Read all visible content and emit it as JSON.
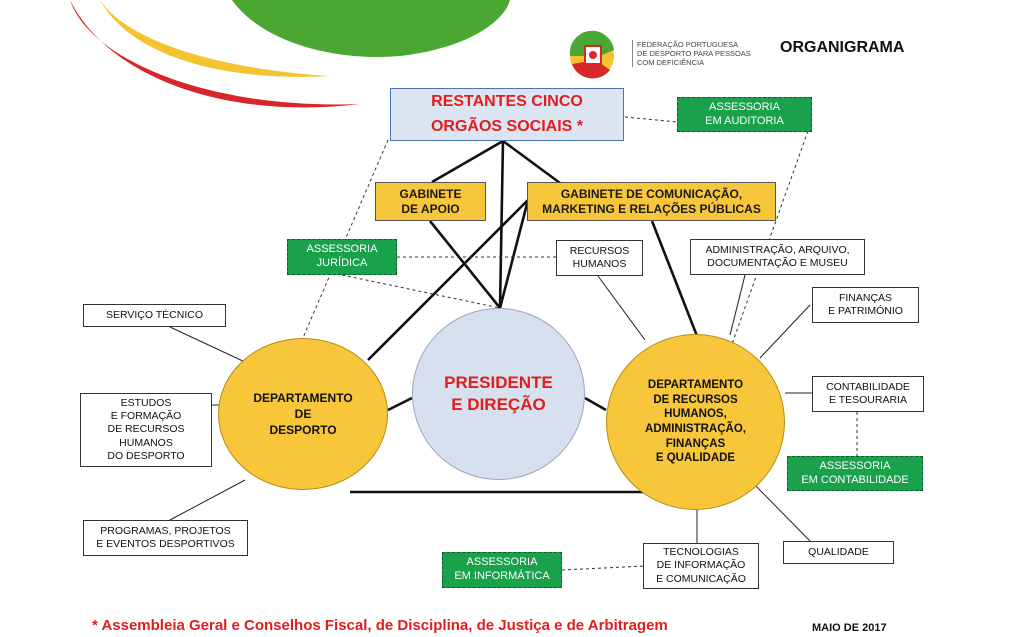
{
  "title": "ORGANIGRAMA",
  "logo": {
    "organization": "FEDERAÇÃO PORTUGUESA\nDE DESPORTO PARA PESSOAS\nCOM DEFICIÊNCIA",
    "icon": "fpdd-logo-icon"
  },
  "top_body": "RESTANTES CINCO\nORGÃOS SOCIAIS *",
  "president": "PRESIDENTE\nE DIREÇÃO",
  "offices": {
    "apoio": "GABINETE\nDE APOIO",
    "comunicacao": "GABINETE DE COMUNICAÇÃO,\nMARKETING E RELAÇÕES PÚBLICAS"
  },
  "departments": {
    "desporto": "DEPARTAMENTO\nDE\nDESPORTO",
    "recursos": "DEPARTAMENTO\nDE RECURSOS\nHUMANOS,\nADMINISTRAÇÃO,\nFINANÇAS\nE QUALIDADE"
  },
  "advisory": {
    "auditoria": "ASSESSORIA\nEM AUDITORIA",
    "juridica": "ASSESSORIA\nJURÍDICA",
    "contabilidade": "ASSESSORIA\nEM CONTABILIDADE",
    "informatica": "ASSESSORIA\nEM INFORMÁTICA"
  },
  "units": {
    "servico_tecnico": "SERVIÇO TÉCNICO",
    "estudos": "ESTUDOS\nE FORMAÇÃO\nDE RECURSOS\nHUMANOS\nDO DESPORTO",
    "programas": "PROGRAMAS, PROJETOS\nE EVENTOS DESPORTIVOS",
    "recursos_humanos": "RECURSOS\nHUMANOS",
    "administracao": "ADMINISTRAÇÃO, ARQUIVO,\nDOCUMENTAÇÃO E MUSEU",
    "financas": "FINANÇAS\nE PATRIMÓNIO",
    "contabilidade": "CONTABILIDADE\nE TESOURARIA",
    "qualidade": "QUALIDADE",
    "tecnologias": "TECNOLOGIAS\nDE INFORMAÇÃO\nE COMUNICAÇÃO"
  },
  "footnote": "* Assembleia Geral e Conselhos Fiscal, de Disciplina, de Justiça e de Arbitragem",
  "date": "MAIO DE 2017",
  "colors": {
    "yellow": "#f7c63b",
    "green_advisory": "#1aa14b",
    "red_text": "#e11d1d",
    "president_fill": "#d6e0ee",
    "decor_green": "#4aa832",
    "decor_red": "#d9262b"
  }
}
